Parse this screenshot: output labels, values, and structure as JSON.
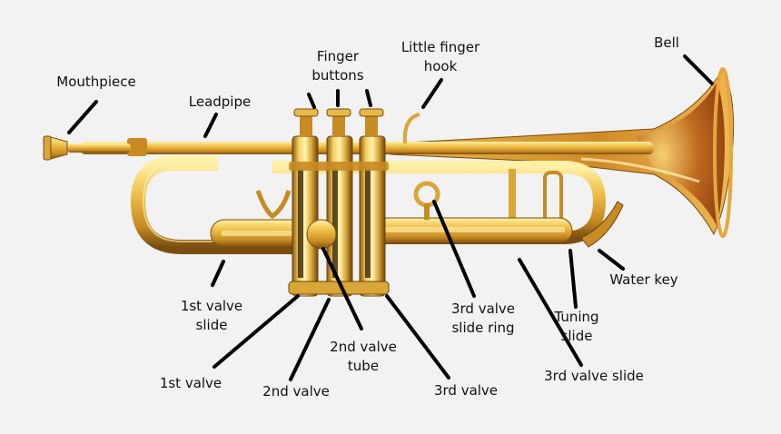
{
  "colors": {
    "background": "#f2f2f2",
    "brass_light": "#f5d060",
    "brass_mid": "#d9a638",
    "brass_dark": "#8a5a12",
    "bell_inner": "#b45a1e",
    "leader_line": "#000000"
  },
  "labels": {
    "mouthpiece": [
      "Mouthpiece"
    ],
    "leadpipe": [
      "Leadpipe"
    ],
    "finger_buttons": [
      "Finger",
      "buttons"
    ],
    "little_finger_hook": [
      "Little finger",
      "hook"
    ],
    "bell": [
      "Bell"
    ],
    "water_key": [
      "Water key"
    ],
    "tuning_slide": [
      "Tuning",
      "slide"
    ],
    "third_valve_slide": [
      "3rd valve slide"
    ],
    "third_valve_slide_ring": [
      "3rd valve",
      "slide ring"
    ],
    "third_valve": [
      "3rd valve"
    ],
    "second_valve_tube": [
      "2nd valve",
      "tube"
    ],
    "second_valve": [
      "2nd valve"
    ],
    "first_valve": [
      "1st valve"
    ],
    "first_valve_slide": [
      "1st valve",
      "slide"
    ]
  }
}
